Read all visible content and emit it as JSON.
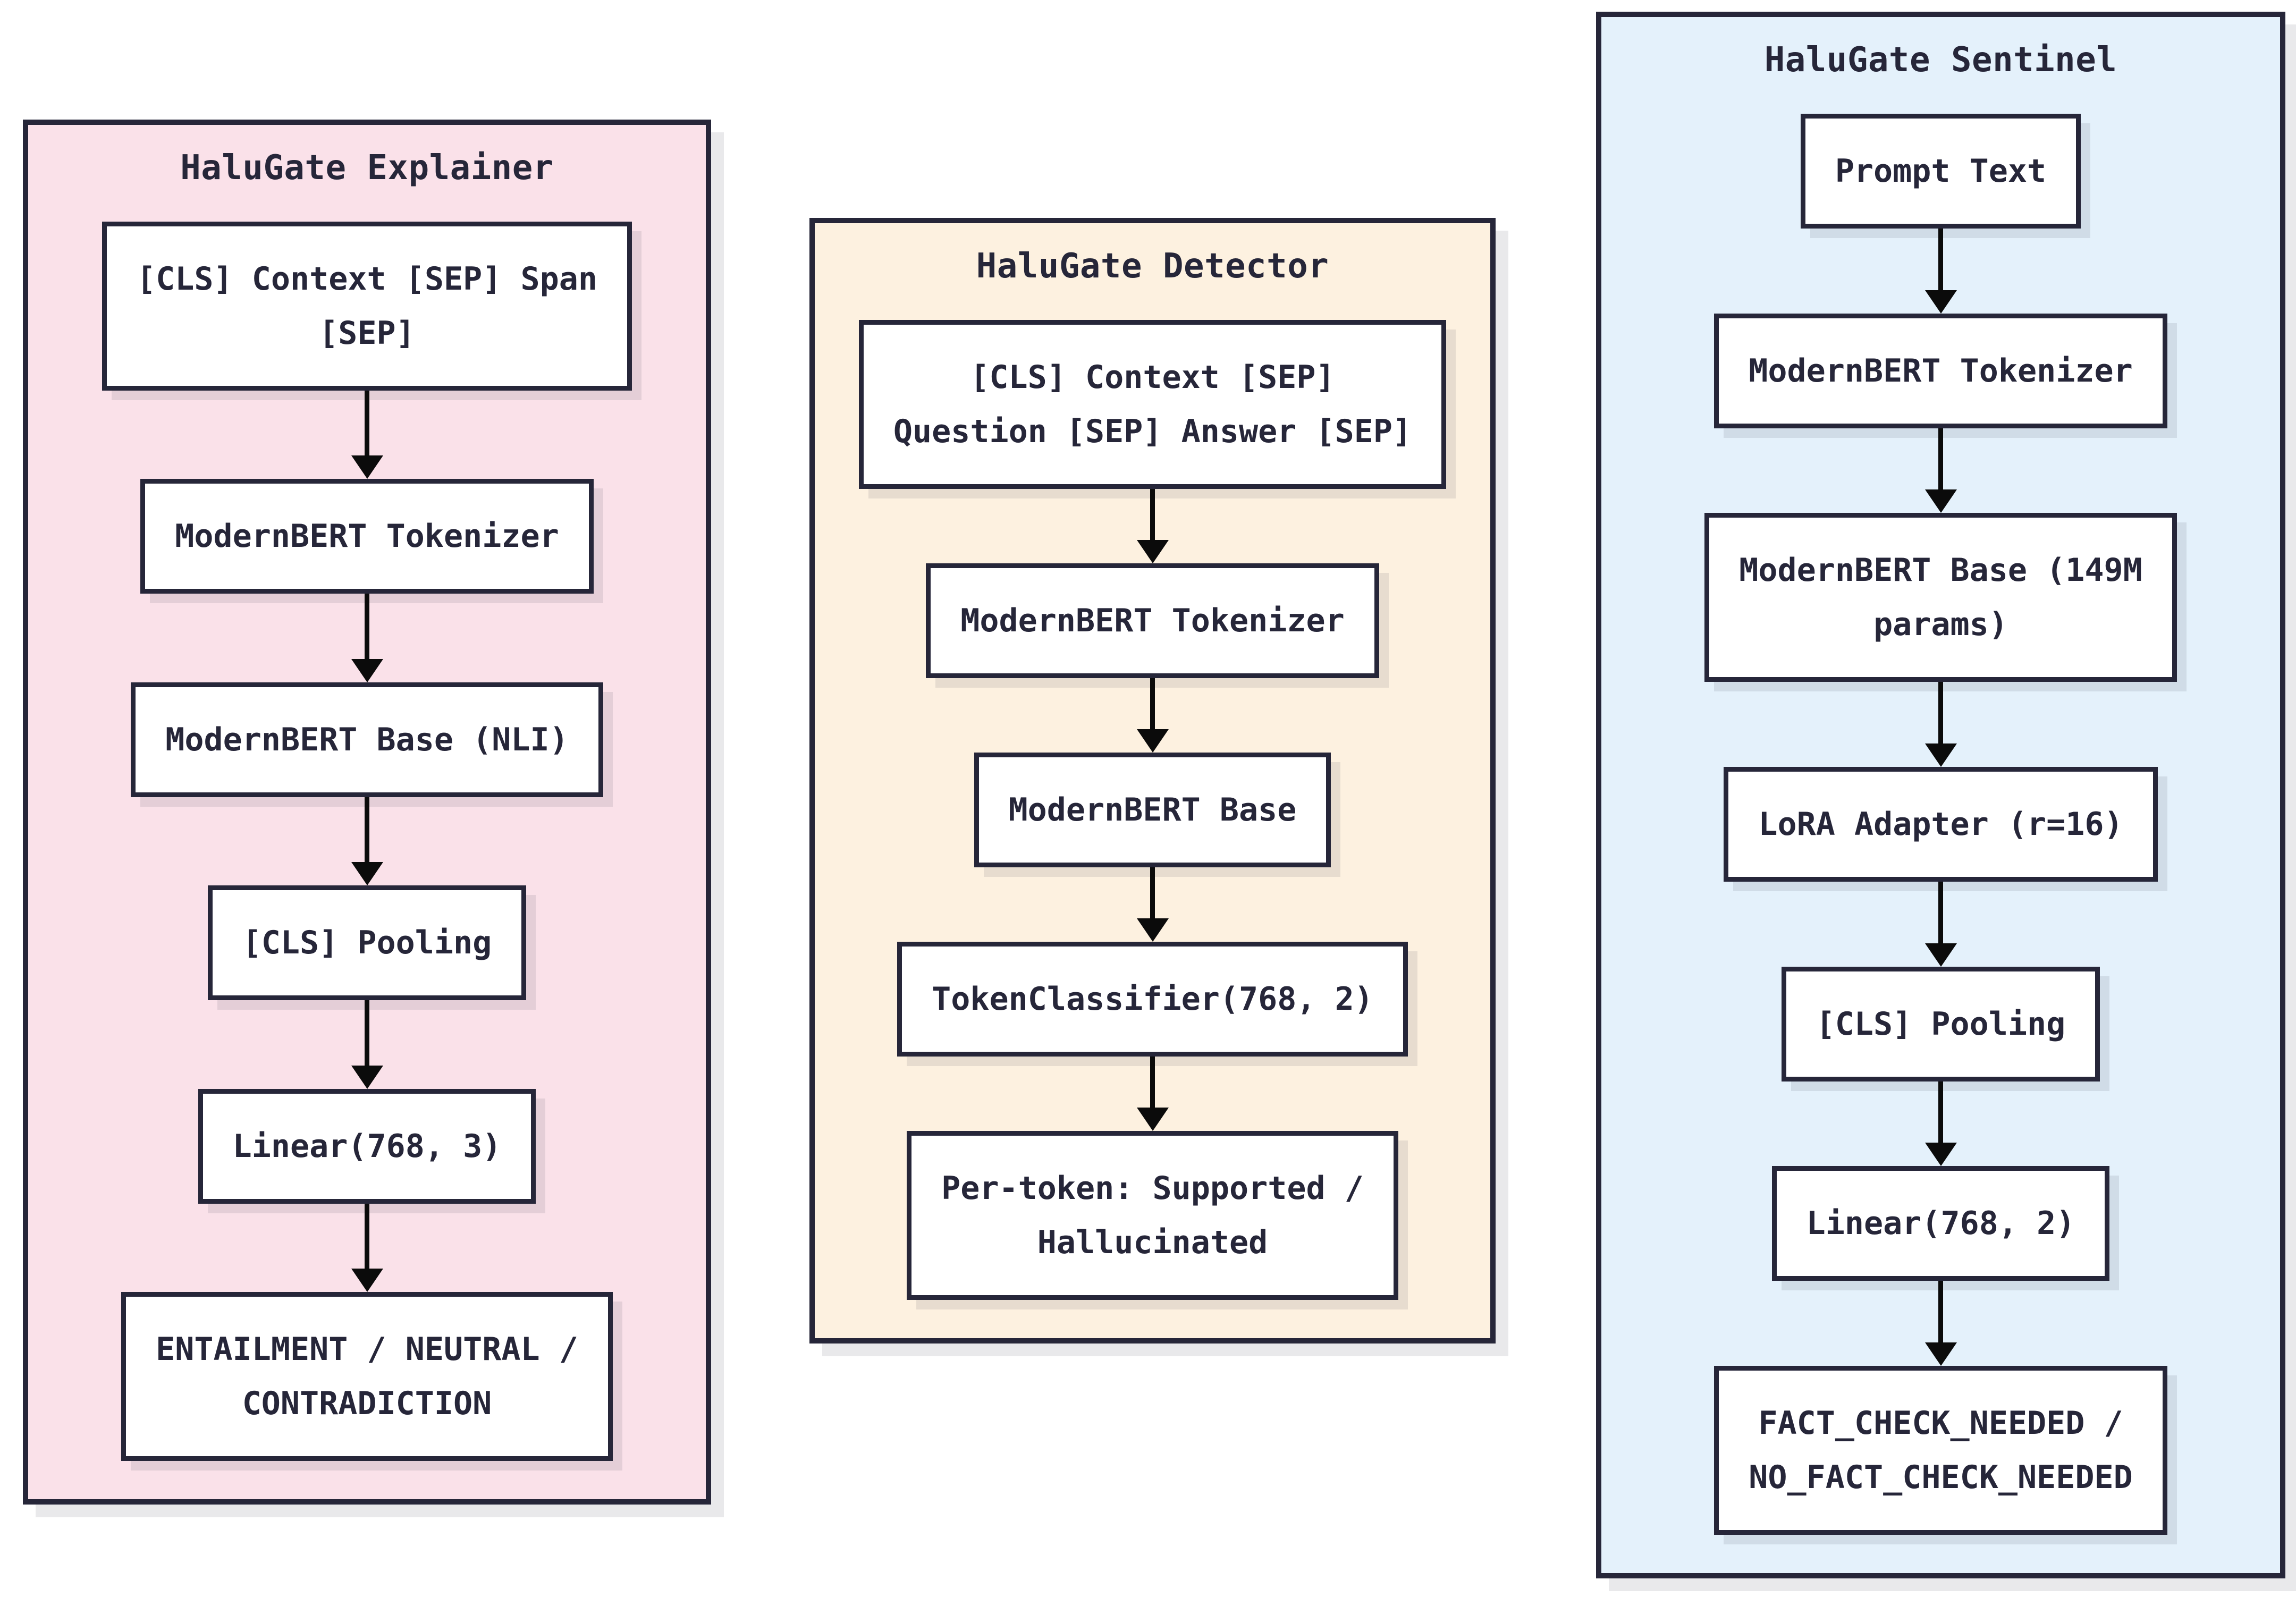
{
  "diagram": {
    "colors": {
      "ink": "#262639",
      "arrow_black": "#0b0b0b",
      "node_background": "#ffffff",
      "page_background": "#ffffff",
      "explainer_background": "#fae1e9",
      "detector_background": "#fdf1e0",
      "sentinel_background": "#e4f1fb"
    },
    "panels": [
      {
        "id": "halugate-explainer",
        "title": "HaluGate Explainer",
        "background": "#fae1e9",
        "nodes": [
          "[CLS] Context [SEP] Span\n[SEP]",
          "ModernBERT Tokenizer",
          "ModernBERT Base (NLI)",
          "[CLS] Pooling",
          "Linear(768, 3)",
          "ENTAILMENT / NEUTRAL /\nCONTRADICTION"
        ]
      },
      {
        "id": "halugate-detector",
        "title": "HaluGate Detector",
        "background": "#fdf1e0",
        "nodes": [
          "[CLS] Context [SEP]\nQuestion [SEP] Answer [SEP]",
          "ModernBERT Tokenizer",
          "ModernBERT Base",
          "TokenClassifier(768, 2)",
          "Per-token: Supported /\nHallucinated"
        ]
      },
      {
        "id": "halugate-sentinel",
        "title": "HaluGate Sentinel",
        "background": "#e4f1fb",
        "nodes": [
          "Prompt Text",
          "ModernBERT Tokenizer",
          "ModernBERT Base (149M\nparams)",
          "LoRA Adapter (r=16)",
          "[CLS] Pooling",
          "Linear(768, 2)",
          "FACT_CHECK_NEEDED /\nNO_FACT_CHECK_NEEDED"
        ]
      }
    ]
  }
}
